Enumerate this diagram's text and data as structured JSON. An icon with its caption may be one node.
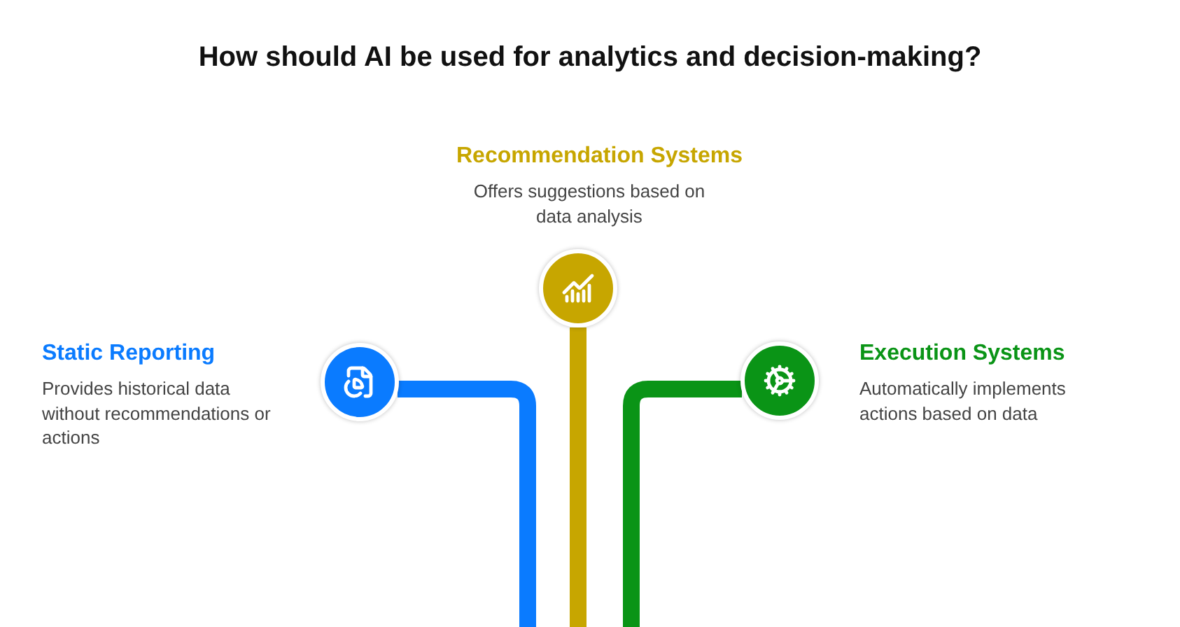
{
  "diagram": {
    "title": "How should AI be used for analytics and decision-making?",
    "nodes": [
      {
        "text": [
          "Recommendation Systems",
          "Offers suggestions based on data analysis"
        ]
      },
      {
        "text": [],
        "shape": "circle"
      },
      {
        "text": [
          "Static Reporting",
          "Provides historical data without recommendations or actions"
        ]
      },
      {
        "text": [],
        "shape": "circle"
      },
      {
        "text": [
          "Execution Systems",
          "Automatically implements actions based on data"
        ]
      },
      {
        "text": [],
        "shape": "circle"
      }
    ],
    "edges": [
      {
        "from": 1,
        "to": null,
        "arrow": "none",
        "color": "#c7a600"
      },
      {
        "from": 3,
        "to": null,
        "arrow": "none",
        "color": "#0a7bff"
      },
      {
        "from": 5,
        "to": null,
        "arrow": "none",
        "color": "#0a9416"
      }
    ]
  }
}
